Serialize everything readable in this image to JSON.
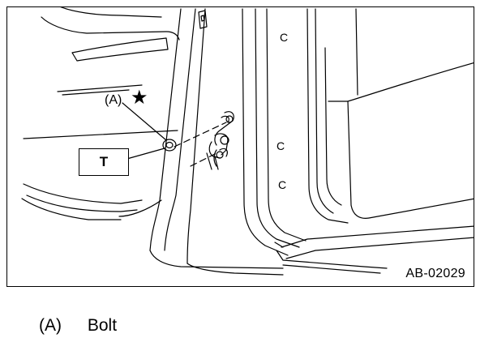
{
  "figure": {
    "callout_label": "(A)",
    "callout_marker": "★",
    "torque_label": "T",
    "figure_code": "AB-02029"
  },
  "legend": {
    "key": "(A)",
    "description": "Bolt"
  },
  "icons": {
    "star": "star-icon",
    "bolt": "bolt-icon",
    "door-striker": "striker-icon"
  }
}
